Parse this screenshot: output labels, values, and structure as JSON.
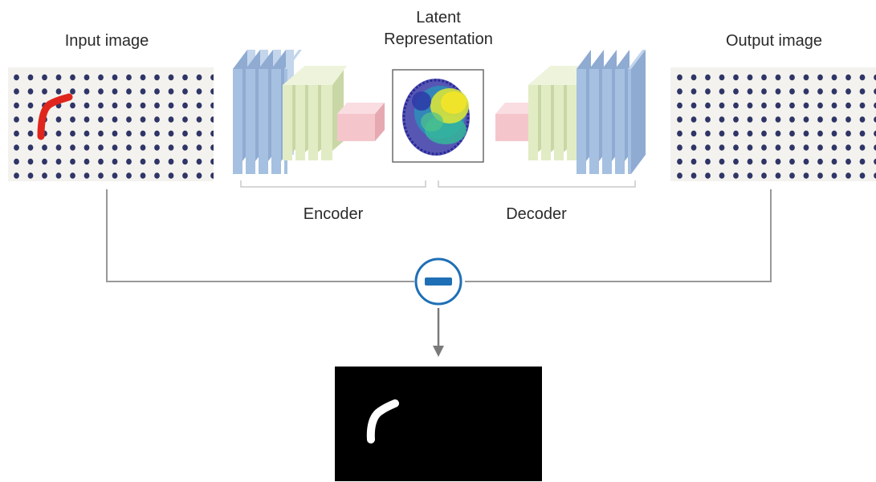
{
  "labels": {
    "input_image": "Input image",
    "latent_line1": "Latent",
    "latent_line2": "Representation",
    "output_image": "Output image",
    "encoder": "Encoder",
    "decoder": "Decoder"
  },
  "colors": {
    "conv_blue": "#a5c0e0",
    "conv_green": "#e1ecc4",
    "bottleneck_pink": "#f4c6cc",
    "connector_gray": "#999999",
    "subtract_blue": "#1f6fb6",
    "anomaly_red": "#e0261c",
    "dot_navy": "#2f3566",
    "mask_black": "#000000",
    "mask_white": "#ffffff"
  },
  "icons": {
    "subtract": "minus-circle-icon",
    "flow_arrow": "arrow-down-icon"
  }
}
